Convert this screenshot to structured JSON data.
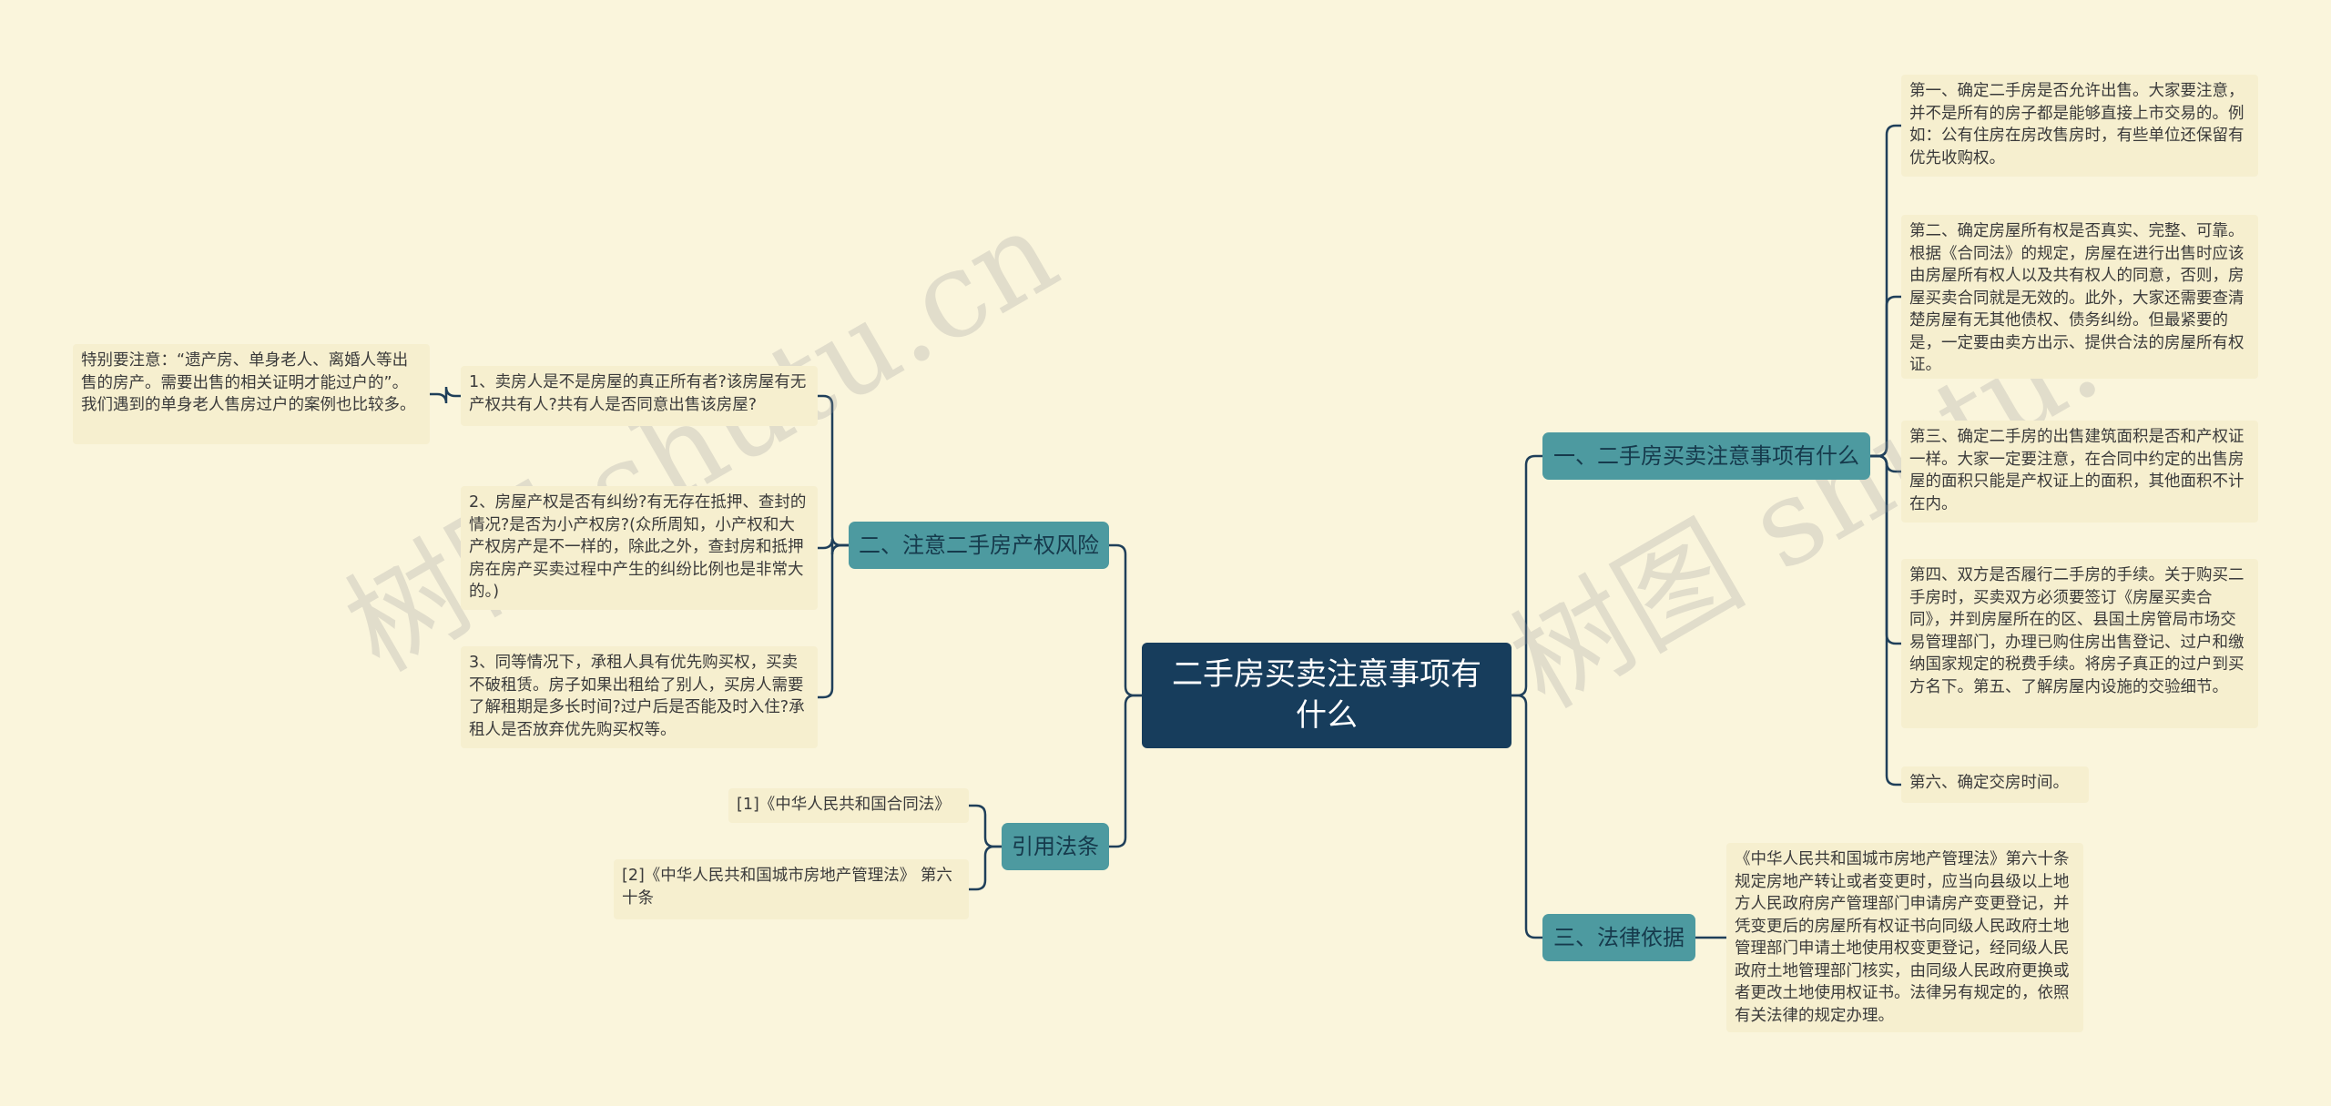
{
  "watermarks": [
    "树图 shutu.cn",
    "树图 shutu.cn"
  ],
  "root": {
    "label": "二手房买卖注意事项有什么"
  },
  "branches": {
    "b1": {
      "label": "一、二手房买卖注意事项有什么",
      "leaves": [
        "第一、确定二手房是否允许出售。大家要注意，并不是所有的房子都是能够直接上市交易的。例如：公有住房在房改售房时，有些单位还保留有优先收购权。",
        "第二、确定房屋所有权是否真实、完整、可靠。根据《合同法》的规定，房屋在进行出售时应该由房屋所有权人以及共有权人的同意，否则，房屋买卖合同就是无效的。此外，大家还需要查清楚房屋有无其他债权、债务纠纷。但最紧要的是，一定要由卖方出示、提供合法的房屋所有权证。",
        "第三、确定二手房的出售建筑面积是否和产权证一样。大家一定要注意，在合同中约定的出售房屋的面积只能是产权证上的面积，其他面积不计在内。",
        "第四、双方是否履行二手房的手续。关于购买二手房时，买卖双方必须要签订《房屋买卖合同》，并到房屋所在的区、县国土房管局市场交易管理部门，办理已购住房出售登记、过户和缴纳国家规定的税费手续。将房子真正的过户到买方名下。第五、了解房屋内设施的交验细节。",
        "第六、确定交房时间。"
      ]
    },
    "b2": {
      "label": "二、注意二手房产权风险",
      "leaves": [
        "1、卖房人是不是房屋的真正所有者?该房屋有无产权共有人?共有人是否同意出售该房屋?",
        "2、房屋产权是否有纠纷?有无存在抵押、查封的情况?是否为小产权房?(众所周知，小产权和大产权房产是不一样的，除此之外，查封房和抵押房在房产买卖过程中产生的纠纷比例也是非常大的。)",
        "3、同等情况下，承租人具有优先购买权，买卖不破租赁。房子如果出租给了别人，买房人需要了解租期是多长时间?过户后是否能及时入住?承租人是否放弃优先购买权等。"
      ],
      "note": "特别要注意：“遗产房、单身老人、离婚人等出售的房产。需要出售的相关证明才能过户的”。我们遇到的单身老人售房过户的案例也比较多。"
    },
    "b3": {
      "label": "三、法律依据",
      "leaves": [
        "《中华人民共和国城市房地产管理法》第六十条规定房地产转让或者变更时，应当向县级以上地方人民政府房产管理部门申请房产变更登记，并凭变更后的房屋所有权证书向同级人民政府土地管理部门申请土地使用权变更登记，经同级人民政府土地管理部门核实，由同级人民政府更换或者更改土地使用权证书。法律另有规定的，依照有关法律的规定办理。"
      ]
    },
    "b4": {
      "label": "引用法条",
      "leaves": [
        "[1]《中华人民共和国合同法》",
        "[2]《中华人民共和国城市房地产管理法》 第六十条"
      ]
    }
  },
  "colors": {
    "background": "#faf5dc",
    "root": "#173d5c",
    "branch": "#4d9aa0",
    "leaf": "#f6efcf",
    "line": "#1f3f5a"
  }
}
